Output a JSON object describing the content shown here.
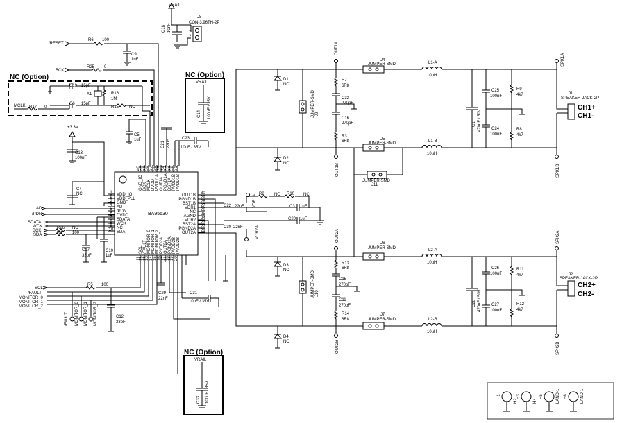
{
  "nets": {
    "vrail": "VRAIL",
    "v33": "+3.3V",
    "reset": "/RESET",
    "bck": "BCK",
    "mclk": "MCLK",
    "ad": "AD",
    "pdn": "/PDN",
    "sdata": "SDATA",
    "wck": "WCK",
    "bck2": "BCK",
    "sda": "SDA",
    "scl": "SCL",
    "fault": "/FAULT",
    "mon0": "MONITOR_0",
    "mon1": "MONITOR_1",
    "mon2": "MONITOR_2",
    "out1a": "OUT1A",
    "out1b": "OUT1B",
    "out2a": "OUT2A",
    "out2b": "OUT2B",
    "spk1a": "SPK1A",
    "spk1b": "SPK1B",
    "spk2a": "SPK2A",
    "spk2b": "SPK2B",
    "vdr1a": "VDR1A",
    "vdr2a": "VDR2A"
  },
  "ic": {
    "name": "BA95630",
    "left_pins": [
      "VDD_IO",
      "VDD_PLL",
      "GND",
      "AD",
      "/PDN",
      "DVDD",
      "SDATA",
      "WCK",
      "NC",
      "SDA"
    ],
    "left_nums": [
      "1",
      "2",
      "3",
      "4",
      "5",
      "6",
      "7",
      "8",
      "9",
      "10"
    ],
    "right_pins": [
      "OUT1B",
      "PGND1B",
      "BST1B",
      "VDR1",
      "NC",
      "AGND",
      "VDR2",
      "BST2B",
      "PGND2B",
      "OUT2B"
    ],
    "right_nums": [
      "30",
      "29",
      "28",
      "27",
      "26",
      "25",
      "24",
      "23",
      "22",
      "21"
    ],
    "right_pins_alt": [
      "OUT1B",
      "PGND1B",
      "BST1B",
      "VDR1",
      "NC",
      "AGND",
      "VDR2",
      "BST2A",
      "PGND2A",
      "OUT2A"
    ],
    "top_pins": [
      "GND_IO",
      "BCK",
      "MCLK",
      "DVDD",
      "PVDD1A",
      "OUT1A",
      "PGND1A",
      "BST1A",
      "PVDD1B",
      "PVDD1B"
    ],
    "top_nums": [
      "40",
      "39",
      "38",
      "37",
      "36",
      "35",
      "34",
      "33",
      "32",
      "31"
    ],
    "bottom_pins": [
      "SCL",
      "/FAULT",
      "MONITOR_0",
      "MONITOR_1",
      "MONITOR_2",
      "PVDD2A",
      "OUT2A",
      "PGND2A",
      "PVDD2B",
      "PVDD2B"
    ],
    "bottom_nums": [
      "11",
      "12",
      "13",
      "14",
      "15",
      "16",
      "17",
      "18",
      "19",
      "20"
    ]
  },
  "parts": {
    "j8": "J8",
    "j8_type": "CON-3.96TH-2P",
    "c18": "C18",
    "c18_val": "10nF",
    "r6": "R6",
    "r6_val": "100",
    "c9": "C9",
    "c9_val": "1nF",
    "r25": "R25",
    "r25_val": "0",
    "c19": "C19",
    "c19_val": "15pF",
    "c6": "C6",
    "c6_val": "15pF",
    "x1": "X1",
    "r16": "R16",
    "r16_val": "1M",
    "r15": "R15",
    "r15_val": "NC",
    "r17": "R17",
    "r17_val": "0",
    "c5": "C5",
    "c5_val": "1uF",
    "c21": "C21",
    "c21_val": "22nF",
    "c23": "C23",
    "c23_val": "10uF / 35V",
    "c14": "C14",
    "c14_val": "100uF / 35V",
    "c13": "C13",
    "c13_val": "100nF",
    "c4": "C4",
    "c4_val": "NC",
    "r26": "R26",
    "r26_val": "NC",
    "r4": "R4",
    "r4_val": "100",
    "c17": "C17",
    "c17_val": "33pF",
    "c10": "C10",
    "c10_val": "1uF",
    "r5": "R5",
    "r5_val": "100",
    "c12": "C12",
    "c12_val": "33pF",
    "c29": "C29",
    "c29_val": "22nF",
    "c31": "C31",
    "c31_val": "10uF / 35V",
    "c30": "C30",
    "c30_val": "22nF",
    "c22": "C22",
    "c22_val": "22nF",
    "r2": "R2",
    "r2_val": "NC",
    "r10": "R10",
    "r10_val": "NC",
    "c3": "C3",
    "c3_val": "1uF",
    "c20": "C20",
    "c20_val": "1uF",
    "d1": "D1",
    "d2": "D2",
    "d3": "D3",
    "d4": "D4",
    "dnc": "NC",
    "r7": "R7",
    "r7_val": "6R8",
    "c32": "C32",
    "c32_val": "270pF",
    "c16": "C16",
    "c16_val": "270pF",
    "r3": "R3",
    "r3_val": "6R8",
    "r13": "R13",
    "r13_val": "6R8",
    "c15": "C15",
    "c15_val": "270pF",
    "c11": "C11",
    "c11_val": "270pF",
    "r14": "R14",
    "r14_val": "6R8",
    "j9": "J9",
    "j10": "J10",
    "j11": "J11",
    "jumper": "JUMPER-SMD",
    "j4": "J4",
    "j5": "J5",
    "j6": "J6",
    "j7": "J7",
    "l1a": "L1-A",
    "l1b": "L1-B",
    "l2a": "L2-A",
    "l2b": "L2-B",
    "l_val": "10uH",
    "c1": "C1",
    "c1_val": "470nF / 50V",
    "c28": "C28",
    "c28_val": "470nF / 50V",
    "c25": "C25",
    "c24": "C24",
    "c26": "C26",
    "c27": "C27",
    "c100n": "100nF",
    "r9": "R9",
    "r8": "R8",
    "r11": "R11",
    "r12": "R12",
    "r_4k7": "4k7",
    "j1": "J1",
    "j2": "J2",
    "spk_jack": "SPEAKER-JACK-2P",
    "ch1p": "CH1+",
    "ch1m": "CH1-",
    "ch2p": "CH2+",
    "ch2m": "CH2-",
    "h1": "H1",
    "h2": "H2",
    "h3": "H3",
    "h4": "H4",
    "h5": "H5",
    "h6": "H6",
    "land": "LAND-1"
  },
  "callouts": {
    "nc_option": "NC (Option)"
  },
  "pin_nums": {
    "one": "1",
    "two": "2"
  }
}
